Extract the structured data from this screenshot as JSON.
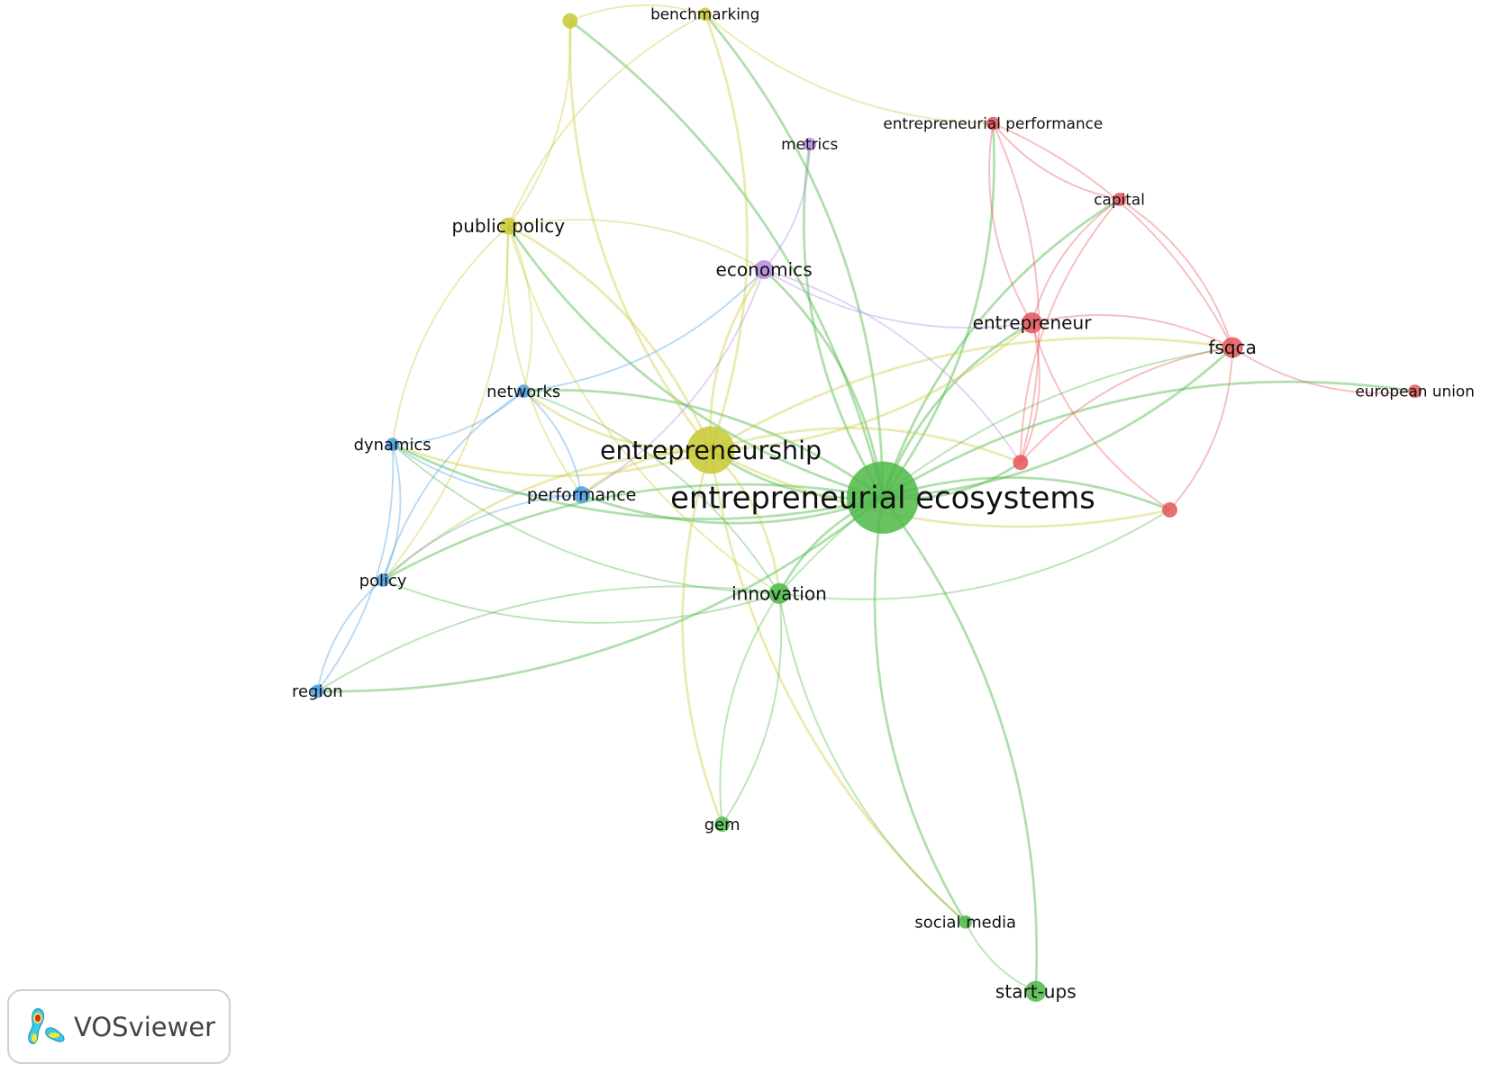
{
  "logo": {
    "text": "VOSviewer"
  },
  "colors": {
    "red": "#e8535a",
    "green": "#4db848",
    "blue": "#4a9ee0",
    "yellow": "#c8c832",
    "purple": "#b38ae0"
  },
  "nodes": [
    {
      "id": "y0",
      "label": "",
      "cluster": "yellow"
    },
    {
      "id": "benchmarking",
      "label": "benchmarking",
      "cluster": "yellow"
    },
    {
      "id": "entperf",
      "label": "entrepreneurial performance",
      "cluster": "red"
    },
    {
      "id": "metrics",
      "label": "metrics",
      "cluster": "purple"
    },
    {
      "id": "capital",
      "label": "capital",
      "cluster": "red"
    },
    {
      "id": "publicpolicy",
      "label": "public policy",
      "cluster": "yellow"
    },
    {
      "id": "economics",
      "label": "economics",
      "cluster": "purple"
    },
    {
      "id": "entrepreneur",
      "label": "entrepreneur",
      "cluster": "red"
    },
    {
      "id": "fsqca",
      "label": "fsqca",
      "cluster": "red"
    },
    {
      "id": "eu",
      "label": "european union",
      "cluster": "red"
    },
    {
      "id": "networks",
      "label": "networks",
      "cluster": "blue"
    },
    {
      "id": "dynamics",
      "label": "dynamics",
      "cluster": "blue"
    },
    {
      "id": "entrepreneurship",
      "label": "entrepreneurship",
      "cluster": "yellow"
    },
    {
      "id": "r1",
      "label": "",
      "cluster": "red"
    },
    {
      "id": "performance",
      "label": "performance",
      "cluster": "blue"
    },
    {
      "id": "ee",
      "label": "entrepreneurial ecosystems",
      "cluster": "green"
    },
    {
      "id": "r2",
      "label": "",
      "cluster": "red"
    },
    {
      "id": "policy",
      "label": "policy",
      "cluster": "blue"
    },
    {
      "id": "innovation",
      "label": "innovation",
      "cluster": "green"
    },
    {
      "id": "region",
      "label": "region",
      "cluster": "blue"
    },
    {
      "id": "gem",
      "label": "gem",
      "cluster": "green"
    },
    {
      "id": "socialmedia",
      "label": "social media",
      "cluster": "green"
    },
    {
      "id": "startups",
      "label": "start-ups",
      "cluster": "green"
    }
  ],
  "edges": [
    [
      "ee",
      "entrepreneurship"
    ],
    [
      "ee",
      "innovation"
    ],
    [
      "ee",
      "startups"
    ],
    [
      "ee",
      "socialmedia"
    ],
    [
      "ee",
      "performance"
    ],
    [
      "ee",
      "policy"
    ],
    [
      "ee",
      "dynamics"
    ],
    [
      "ee",
      "networks"
    ],
    [
      "ee",
      "publicpolicy"
    ],
    [
      "ee",
      "benchmarking"
    ],
    [
      "ee",
      "metrics"
    ],
    [
      "ee",
      "economics"
    ],
    [
      "ee",
      "entrepreneur"
    ],
    [
      "ee",
      "fsqca"
    ],
    [
      "ee",
      "capital"
    ],
    [
      "ee",
      "entperf"
    ],
    [
      "ee",
      "eu"
    ],
    [
      "ee",
      "r1"
    ],
    [
      "ee",
      "r2"
    ],
    [
      "ee",
      "y0"
    ],
    [
      "ee",
      "region"
    ],
    [
      "entrepreneurship",
      "publicpolicy"
    ],
    [
      "entrepreneurship",
      "networks"
    ],
    [
      "entrepreneurship",
      "performance"
    ],
    [
      "entrepreneurship",
      "dynamics"
    ],
    [
      "entrepreneurship",
      "policy"
    ],
    [
      "entrepreneurship",
      "economics"
    ],
    [
      "entrepreneurship",
      "entrepreneur"
    ],
    [
      "entrepreneurship",
      "fsqca"
    ],
    [
      "entrepreneurship",
      "r2"
    ],
    [
      "entrepreneurship",
      "r1"
    ],
    [
      "entrepreneurship",
      "benchmarking"
    ],
    [
      "entrepreneurship",
      "y0"
    ],
    [
      "entrepreneurship",
      "gem"
    ],
    [
      "entrepreneurship",
      "innovation"
    ],
    [
      "entrepreneurship",
      "socialmedia"
    ],
    [
      "innovation",
      "policy"
    ],
    [
      "innovation",
      "region"
    ],
    [
      "innovation",
      "dynamics"
    ],
    [
      "innovation",
      "networks"
    ],
    [
      "innovation",
      "gem"
    ],
    [
      "innovation",
      "socialmedia"
    ],
    [
      "innovation",
      "fsqca"
    ],
    [
      "innovation",
      "r2"
    ],
    [
      "publicpolicy",
      "benchmarking"
    ],
    [
      "publicpolicy",
      "y0"
    ],
    [
      "publicpolicy",
      "networks"
    ],
    [
      "publicpolicy",
      "dynamics"
    ],
    [
      "publicpolicy",
      "policy"
    ],
    [
      "publicpolicy",
      "performance"
    ],
    [
      "publicpolicy",
      "economics"
    ],
    [
      "publicpolicy",
      "innovation"
    ],
    [
      "networks",
      "dynamics"
    ],
    [
      "networks",
      "policy"
    ],
    [
      "networks",
      "performance"
    ],
    [
      "networks",
      "economics"
    ],
    [
      "dynamics",
      "policy"
    ],
    [
      "dynamics",
      "performance"
    ],
    [
      "dynamics",
      "region"
    ],
    [
      "policy",
      "region"
    ],
    [
      "policy",
      "performance"
    ],
    [
      "economics",
      "metrics"
    ],
    [
      "economics",
      "performance"
    ],
    [
      "economics",
      "entrepreneur"
    ],
    [
      "economics",
      "r1"
    ],
    [
      "entperf",
      "capital"
    ],
    [
      "entperf",
      "fsqca"
    ],
    [
      "entperf",
      "entrepreneur"
    ],
    [
      "entperf",
      "r1"
    ],
    [
      "benchmarking",
      "entperf"
    ],
    [
      "y0",
      "benchmarking"
    ],
    [
      "capital",
      "entrepreneur"
    ],
    [
      "capital",
      "fsqca"
    ],
    [
      "capital",
      "r1"
    ],
    [
      "entrepreneur",
      "fsqca"
    ],
    [
      "entrepreneur",
      "r2"
    ],
    [
      "entrepreneur",
      "r1"
    ],
    [
      "fsqca",
      "r1"
    ],
    [
      "fsqca",
      "r2"
    ],
    [
      "fsqca",
      "eu"
    ],
    [
      "gem",
      "innovation"
    ],
    [
      "socialmedia",
      "startups"
    ]
  ]
}
